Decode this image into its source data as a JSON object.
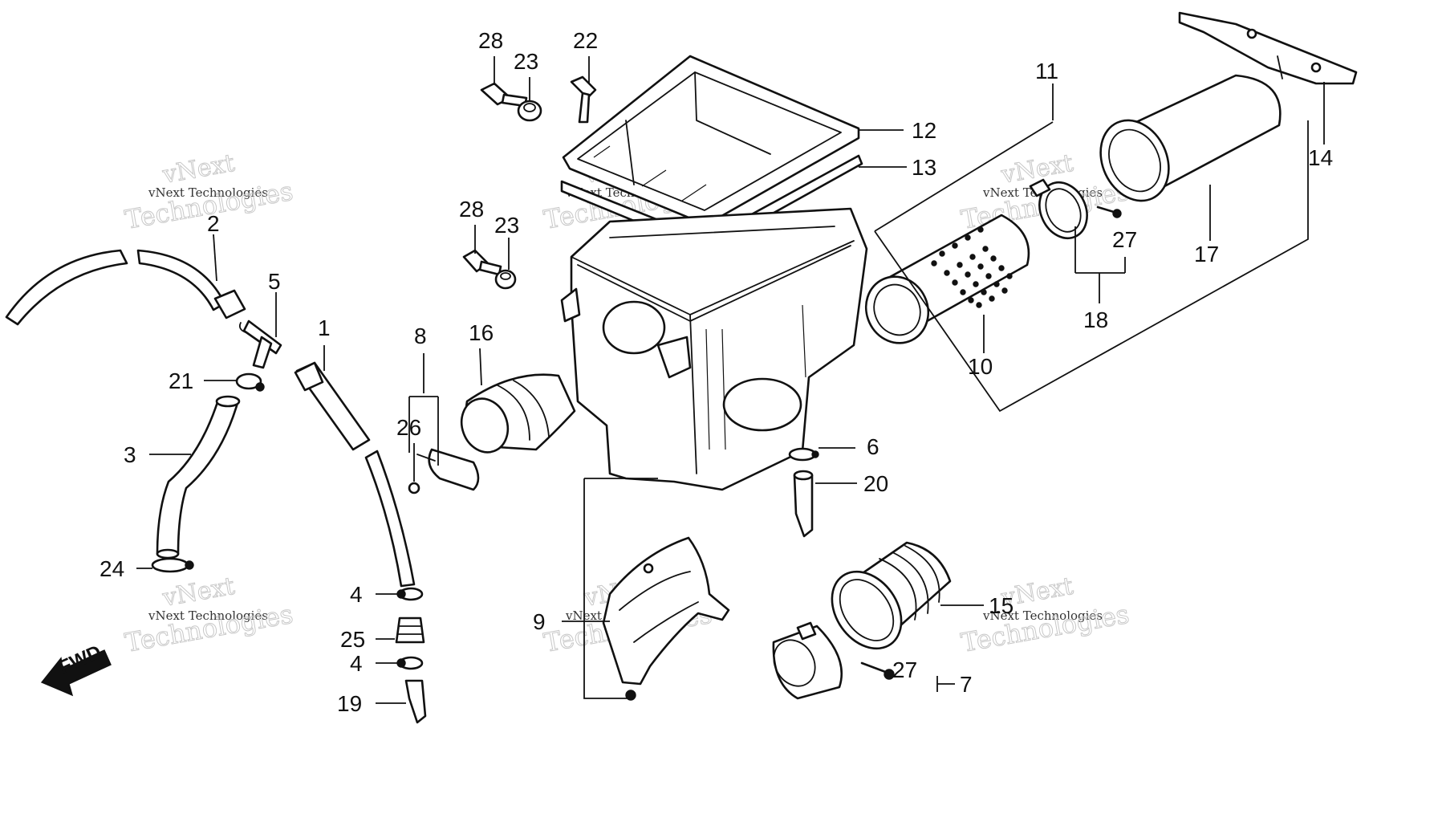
{
  "diagram": {
    "callouts": {
      "n1": "1",
      "n2": "2",
      "n3": "3",
      "n4a": "4",
      "n4b": "4",
      "n5": "5",
      "n6": "6",
      "n7": "7",
      "n8": "8",
      "n9": "9",
      "n10": "10",
      "n11": "11",
      "n12": "12",
      "n13": "13",
      "n14": "14",
      "n15": "15",
      "n16": "16",
      "n17": "17",
      "n18": "18",
      "n19": "19",
      "n20": "20",
      "n21": "21",
      "n22": "22",
      "n23a": "23",
      "n23b": "23",
      "n24": "24",
      "n25": "25",
      "n26": "26",
      "n27a": "27",
      "n27b": "27",
      "n28a": "28",
      "n28b": "28"
    },
    "fwd_label": "FWD",
    "watermark": {
      "line1": "vNext",
      "line2": "vNext Technologies",
      "line3": "Technologies"
    }
  }
}
